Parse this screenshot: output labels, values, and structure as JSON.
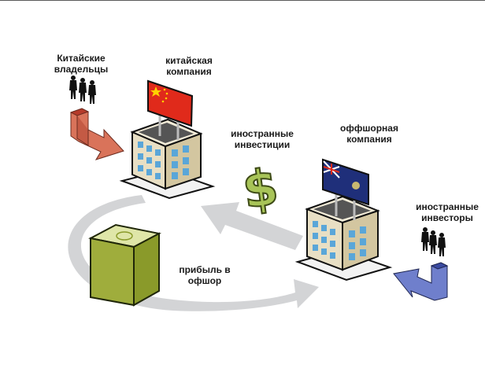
{
  "labels": {
    "chinese_owners": [
      "Китайские",
      "владельцы"
    ],
    "chinese_company": [
      "китайская",
      "компания"
    ],
    "foreign_investments": [
      "иностранные",
      "инвестиции"
    ],
    "offshore_company": [
      "оффшорная",
      "компания"
    ],
    "foreign_investors": [
      "иностранные",
      "инвесторы"
    ],
    "profit_offshore": [
      "прибыль в",
      "офшор"
    ]
  },
  "icons": {
    "chinese_flag": "flag-china-icon",
    "offshore_flag": "flag-cayman-islands-icon",
    "dollar": "dollar-sign-icon",
    "money_stack": "money-stack-icon",
    "people": "people-group-icon"
  },
  "colors": {
    "red_arrow": "#d9735a",
    "blue_arrow": "#6f7fcc",
    "cycle_arrow": "#d3d4d6",
    "money_green": "#9fad3c",
    "dollar_green": "#a8c458",
    "building_wall": "#e8dfc4",
    "window_blue": "#5aa6d8",
    "china_red": "#e02a1b",
    "offshore_blue": "#1f2f7a"
  }
}
